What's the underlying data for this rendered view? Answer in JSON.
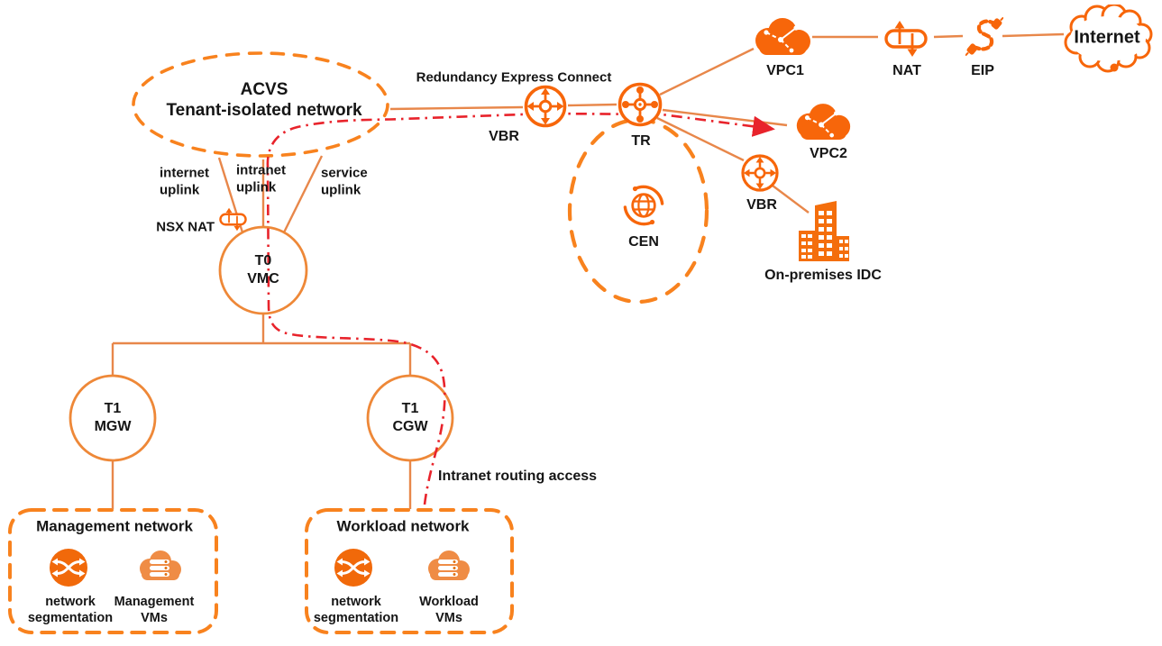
{
  "colors": {
    "accent_orange": "#F7660A",
    "line_orange": "#E8874A",
    "dashed_orange": "#F8821E",
    "node_stroke": "#EE8838",
    "vm_cloud_orange": "#EF8C45",
    "segmentation_orange": "#F1690A",
    "building_orange": "#F46E0C",
    "red_route": "#E8232B",
    "text": "#151515"
  },
  "acvs": {
    "line1": "ACVS",
    "line2": "Tenant-isolated network"
  },
  "express": {
    "label": "Redundancy Express Connect"
  },
  "nodes": {
    "vbr1": "VBR",
    "tr": "TR",
    "cen": "CEN",
    "vpc1": "VPC1",
    "nat": "NAT",
    "eip": "EIP",
    "internet": "Internet",
    "vpc2": "VPC2",
    "vbr2": "VBR",
    "idc": "On-premises IDC",
    "nsx_nat": "NSX NAT",
    "t0": {
      "line1": "T0",
      "line2": "VMC"
    },
    "t1_mgw": {
      "line1": "T1",
      "line2": "MGW"
    },
    "t1_cgw": {
      "line1": "T1",
      "line2": "CGW"
    }
  },
  "uplinks": {
    "internet": {
      "line1": "internet",
      "line2": "uplink"
    },
    "intranet": {
      "line1": "intranet",
      "line2": "uplink"
    },
    "service": {
      "line1": "service",
      "line2": "uplink"
    }
  },
  "routing": {
    "label": "Intranet routing access"
  },
  "management": {
    "title": "Management network",
    "seg": {
      "line1": "network",
      "line2": "segmentation"
    },
    "vms": {
      "line1": "Management",
      "line2": "VMs"
    }
  },
  "workload": {
    "title": "Workload network",
    "seg": {
      "line1": "network",
      "line2": "segmentation"
    },
    "vms": {
      "line1": "Workload",
      "line2": "VMs"
    }
  }
}
